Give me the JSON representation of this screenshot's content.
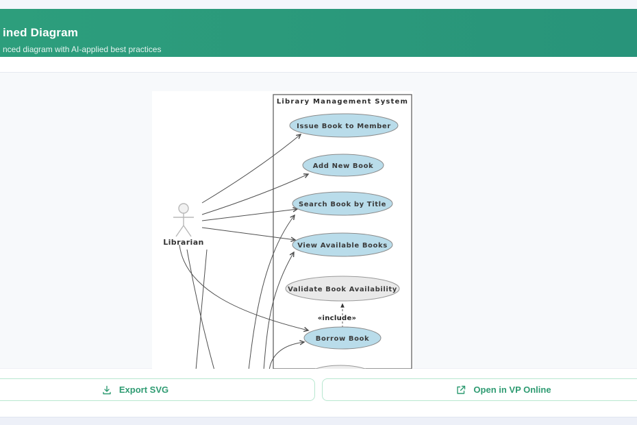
{
  "header": {
    "title": "ined Diagram",
    "subtitle": "nced diagram with AI-applied best practices",
    "bg_color": "#2b9779"
  },
  "diagram": {
    "system_title": "Library Management System",
    "actor": {
      "label": "Librarian"
    },
    "use_cases": [
      {
        "label": "Issue Book to Member",
        "variant": "primary"
      },
      {
        "label": "Add New Book",
        "variant": "primary"
      },
      {
        "label": "Search Book by Title",
        "variant": "primary"
      },
      {
        "label": "View Available Books",
        "variant": "primary"
      },
      {
        "label": "Validate Book Availability",
        "variant": "secondary"
      },
      {
        "label": "Borrow Book",
        "variant": "primary"
      }
    ],
    "relationship_label": "«include»",
    "colors": {
      "use_case_fill": "#b9dcea",
      "secondary_fill": "#e9e9e9",
      "shape_stroke": "#8a8a8a",
      "line_color": "#4d4d4d"
    }
  },
  "actions": [
    {
      "label": "Export SVG",
      "icon": "download-icon"
    },
    {
      "label": "Open in VP Online",
      "icon": "external-link-icon"
    }
  ]
}
